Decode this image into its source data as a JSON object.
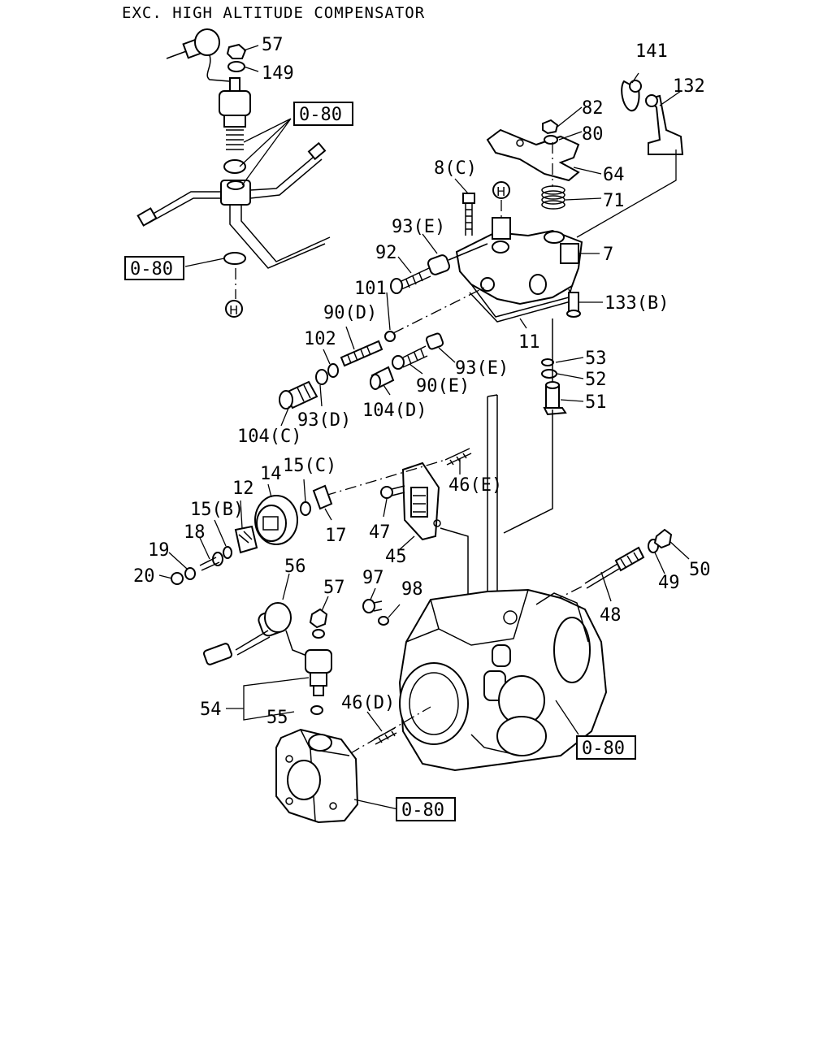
{
  "title": "EXC. HIGH ALTITUDE COMPENSATOR",
  "ref_boxes": [
    "0-80",
    "0-80",
    "0-80",
    "0-80"
  ],
  "ref_circle": "H",
  "callouts": {
    "p57a": "57",
    "p149": "149",
    "p141": "141",
    "p132": "132",
    "p82": "82",
    "p80": "80",
    "p64": "64",
    "p71": "71",
    "p8c": "8(C)",
    "p93e_a": "93(E)",
    "p92": "92",
    "p7": "7",
    "p101": "101",
    "p133b": "133(B)",
    "p90d": "90(D)",
    "p11": "11",
    "p102": "102",
    "p53": "53",
    "p52": "52",
    "p93e_b": "93(E)",
    "p90e": "90(E)",
    "p51": "51",
    "p104d": "104(D)",
    "p93d": "93(D)",
    "p104c": "104(C)",
    "p15c": "15(C)",
    "p14": "14",
    "p46e": "46(E)",
    "p12": "12",
    "p15b": "15(B)",
    "p17": "17",
    "p47": "47",
    "p18": "18",
    "p45": "45",
    "p19": "19",
    "p50": "50",
    "p20": "20",
    "p56": "56",
    "p57b": "57",
    "p49": "49",
    "p97": "97",
    "p98": "98",
    "p48": "48",
    "p54": "54",
    "p46d": "46(D)",
    "p55": "55"
  }
}
